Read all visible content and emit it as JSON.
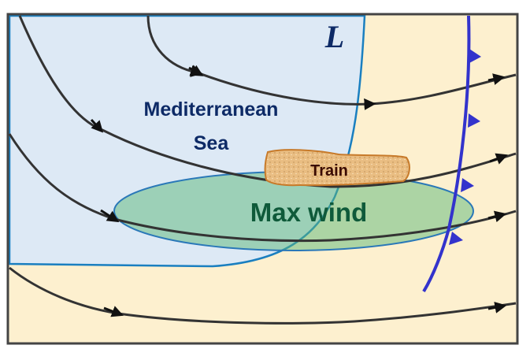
{
  "labels": {
    "low_pressure": "L",
    "sea_line1": "Mediterranean",
    "sea_line2": "Sea",
    "train": "Train",
    "max_wind": "Max wind"
  },
  "colors": {
    "land": "#fdf0cf",
    "sea": "#dde9f5",
    "sea_border": "#1a7fc0",
    "max_wind_fill": "#7cc49a",
    "max_wind_text": "#0f5a3a",
    "front": "#3333cc",
    "streamline": "#333333",
    "train_fill": "#e9bd82",
    "train_border": "#c77a2a",
    "text_navy": "#0d2a66"
  }
}
